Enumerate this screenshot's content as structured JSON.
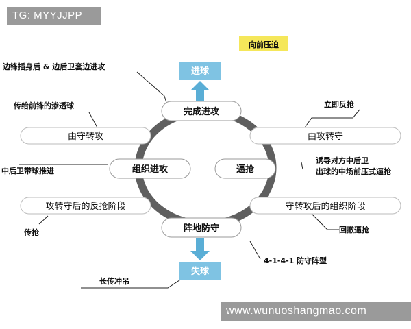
{
  "watermark_top": "TG: MYYJJPP",
  "watermark_bottom": "www.wunuoshangmao.com",
  "cycle": {
    "top": "完成进攻",
    "right": "逼抢",
    "bottom": "阵地防守",
    "left": "组织进攻"
  },
  "states": {
    "goal": "进球",
    "loss": "失球",
    "press": "向前压迫"
  },
  "transitions": {
    "left_upper": "由守转攻",
    "right_upper": "由攻转守",
    "left_lower": "攻转守后的反抢阶段",
    "right_lower": "守转攻后的组织阶段"
  },
  "notes": {
    "striker_wing": "边锋插身后 & 边后卫套边进攻",
    "through_ball": "传给前锋的渗透球",
    "cb_carry": "中后卫带球推进",
    "pass_tackle": "传抢",
    "long_ball": "长传冲吊",
    "immediate_counter": "立即反抢",
    "induce_line1": "诱导对方中后卫",
    "induce_line2": "出球的中场前压式逼抢",
    "retreat_press": "回撤逼抢",
    "formation": "4-1-4-1 防守阵型"
  },
  "colors": {
    "ring": "#5f5f5f",
    "state_box": "#7fc3e3",
    "state_arrow": "#5aaed6",
    "press_highlight": "#f5e75a"
  }
}
